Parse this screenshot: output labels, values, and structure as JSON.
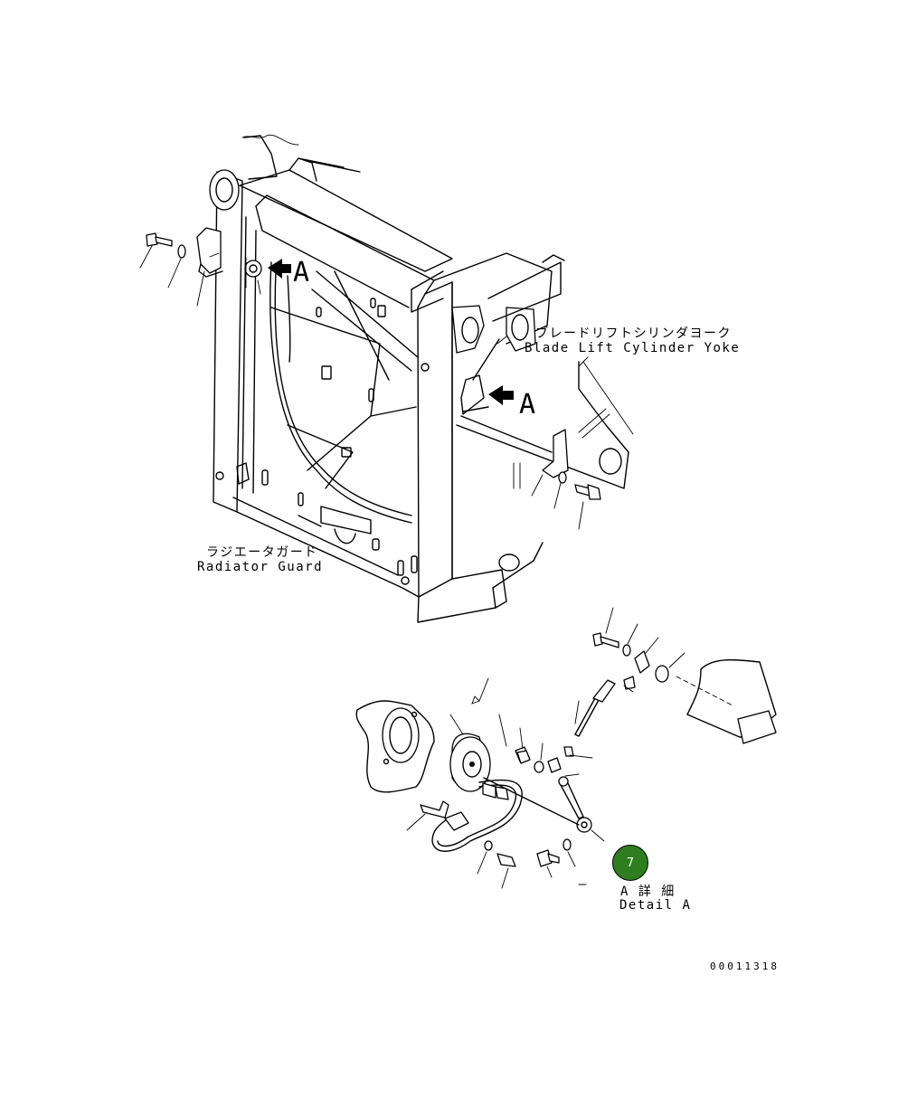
{
  "labels": {
    "yoke_jp": "ブレードリフトシリンダヨーク",
    "yoke_en": "Blade Lift Cylinder Yoke",
    "guard_jp": "ラジエータガード",
    "guard_en": "Radiator Guard",
    "view_ref_left": "A",
    "view_ref_right": "A",
    "detail_jp": "A 詳 細",
    "detail_en": "Detail A"
  },
  "callout": {
    "number": "7",
    "fill_color": "#2e7d1e"
  },
  "drawing_number": "00011318"
}
